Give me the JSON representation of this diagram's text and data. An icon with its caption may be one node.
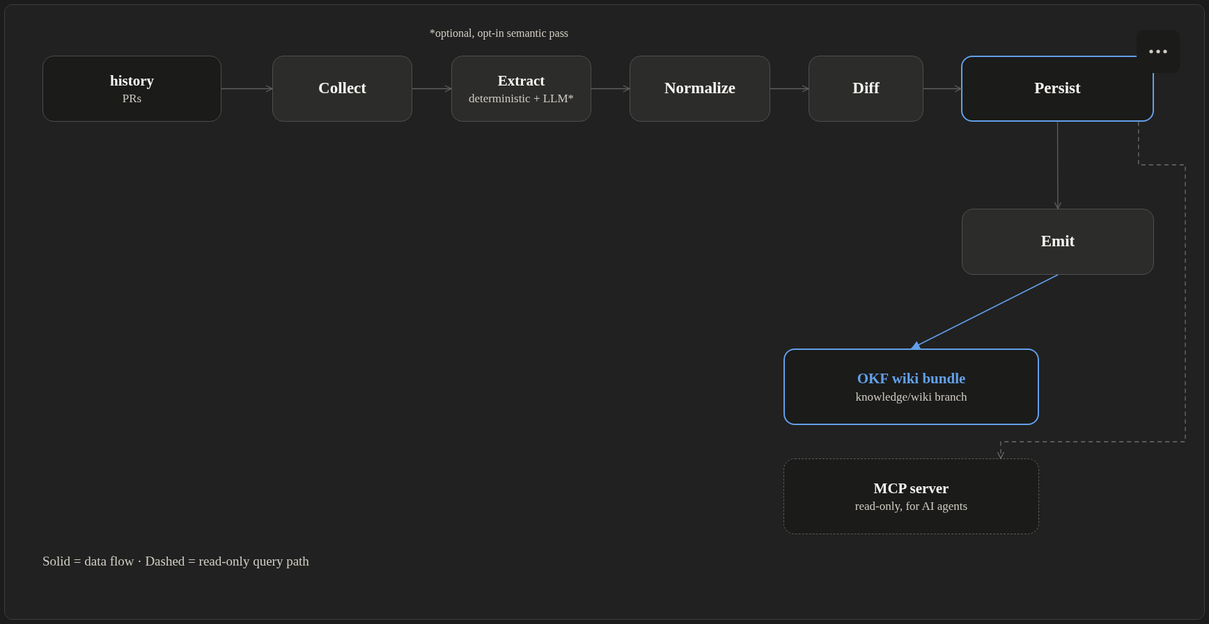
{
  "diagram": {
    "caption": "Solid = data flow · Dashed = read-only query path",
    "nodes": [
      {
        "text": [
          "history",
          "PRs"
        ]
      },
      {
        "text": [
          "Collect"
        ]
      },
      {
        "text": [
          "Extract",
          "deterministic + LLM*"
        ]
      },
      {
        "text": [
          "Normalize"
        ]
      },
      {
        "text": [
          "Diff"
        ]
      },
      {
        "text": [
          "Persist"
        ]
      },
      {
        "text": [
          "Emit"
        ]
      },
      {
        "text": [
          "OKF wiki bundle",
          "knowledge/wiki branch"
        ]
      },
      {
        "text": [
          "MCP server",
          "read-only, for AI agents"
        ]
      }
    ],
    "edges": [
      {
        "from": 0,
        "to": 1,
        "arrow": "to"
      },
      {
        "from": 1,
        "to": 2,
        "arrow": "to"
      },
      {
        "from": 2,
        "to": 3,
        "arrow": "to"
      },
      {
        "from": 3,
        "to": 4,
        "arrow": "to"
      },
      {
        "from": 4,
        "to": 5,
        "arrow": "to"
      },
      {
        "from": 5,
        "to": 6,
        "arrow": "to"
      },
      {
        "from": 6,
        "to": 7,
        "arrow": "to",
        "color": "#62a0ea"
      },
      {
        "from": 5,
        "to": 8,
        "arrow": "to",
        "style": "dashed"
      }
    ],
    "labels": [
      "*optional, opt-in semantic pass"
    ]
  }
}
